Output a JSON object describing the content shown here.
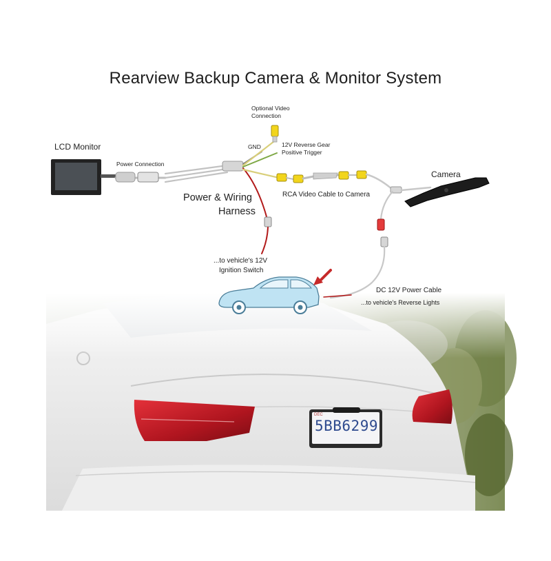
{
  "title": "Rearview Backup Camera & Monitor System",
  "labels": {
    "lcd_monitor": "LCD Monitor",
    "power_connection": "Power Connection",
    "optional_video": [
      "Optional Video",
      "Connection"
    ],
    "gnd": "GND",
    "reverse_gear": [
      "12V Reverse Gear",
      "Positive Trigger"
    ],
    "camera": "Camera",
    "harness": [
      "Power & Wiring",
      "Harness"
    ],
    "rca_video": "RCA Video Cable to Camera",
    "ignition": [
      "...to vehicle's 12V",
      "Ignition Switch"
    ],
    "dc_power": "DC 12V Power Cable",
    "reverse_lights": "...to vehicle's Reverse Lights"
  },
  "license_plate": {
    "number": "5BB6299",
    "top_text": "DEC"
  },
  "colors": {
    "video_yellow": "#f2d51c",
    "power_red": "#b21a1a",
    "wire_gray": "#b9b9b9",
    "car_blue": "#bfe3f3",
    "arrow_red": "#c62a2a"
  }
}
